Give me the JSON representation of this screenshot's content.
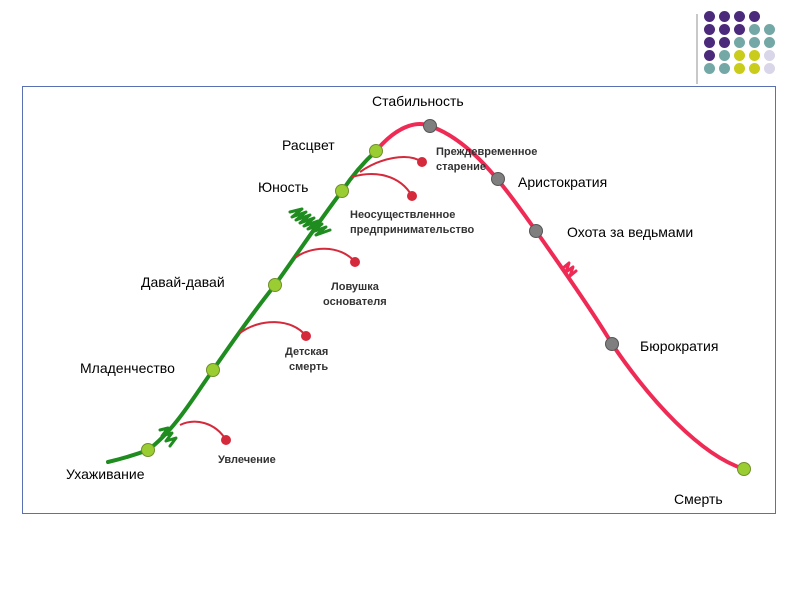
{
  "colors": {
    "growth_line": "#1e8c1e",
    "decline_line": "#ee2a55",
    "growth_node": "#9acd32",
    "decline_node": "#7f7f7f",
    "trap_dot": "#d42a3c",
    "frame_border": "#5b6fb3",
    "deco_purple": "#4b2a7b",
    "deco_teal": "#74a8a6",
    "deco_yellow": "#c9cc1a",
    "deco_lilac": "#d8d6e8"
  },
  "stages": {
    "courtship": "Ухаживание",
    "infancy": "Младенчество",
    "go_go": "Давай-давай",
    "adolescence": "Юность",
    "prime": "Расцвет",
    "stability": "Стабильность",
    "aristocracy": "Аристократия",
    "witch_hunt": "Охота за ведьмами",
    "bureaucracy": "Бюрократия",
    "death": "Смерть"
  },
  "traps": {
    "affair": "Увлечение",
    "infant_mortality_1": "Детская",
    "infant_mortality_2": "смерть",
    "founder_trap_1": "Ловушка",
    "founder_trap_2": "основателя",
    "unfulfilled_1": "Неосуществленное",
    "unfulfilled_2": "предпринимательство",
    "premature_aging_1": "Преждевременное",
    "premature_aging_2": "старение"
  }
}
